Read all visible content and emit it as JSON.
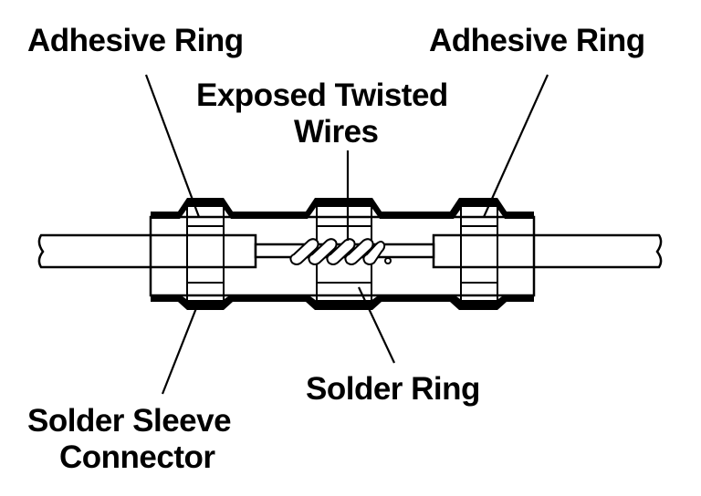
{
  "labels": {
    "adhesive_ring_left": "Adhesive Ring",
    "adhesive_ring_right": "Adhesive Ring",
    "exposed_line1": "Exposed Twisted",
    "exposed_line2": "Wires",
    "solder_ring": "Solder Ring",
    "sleeve_line1": "Solder Sleeve",
    "sleeve_line2": "Connector"
  }
}
